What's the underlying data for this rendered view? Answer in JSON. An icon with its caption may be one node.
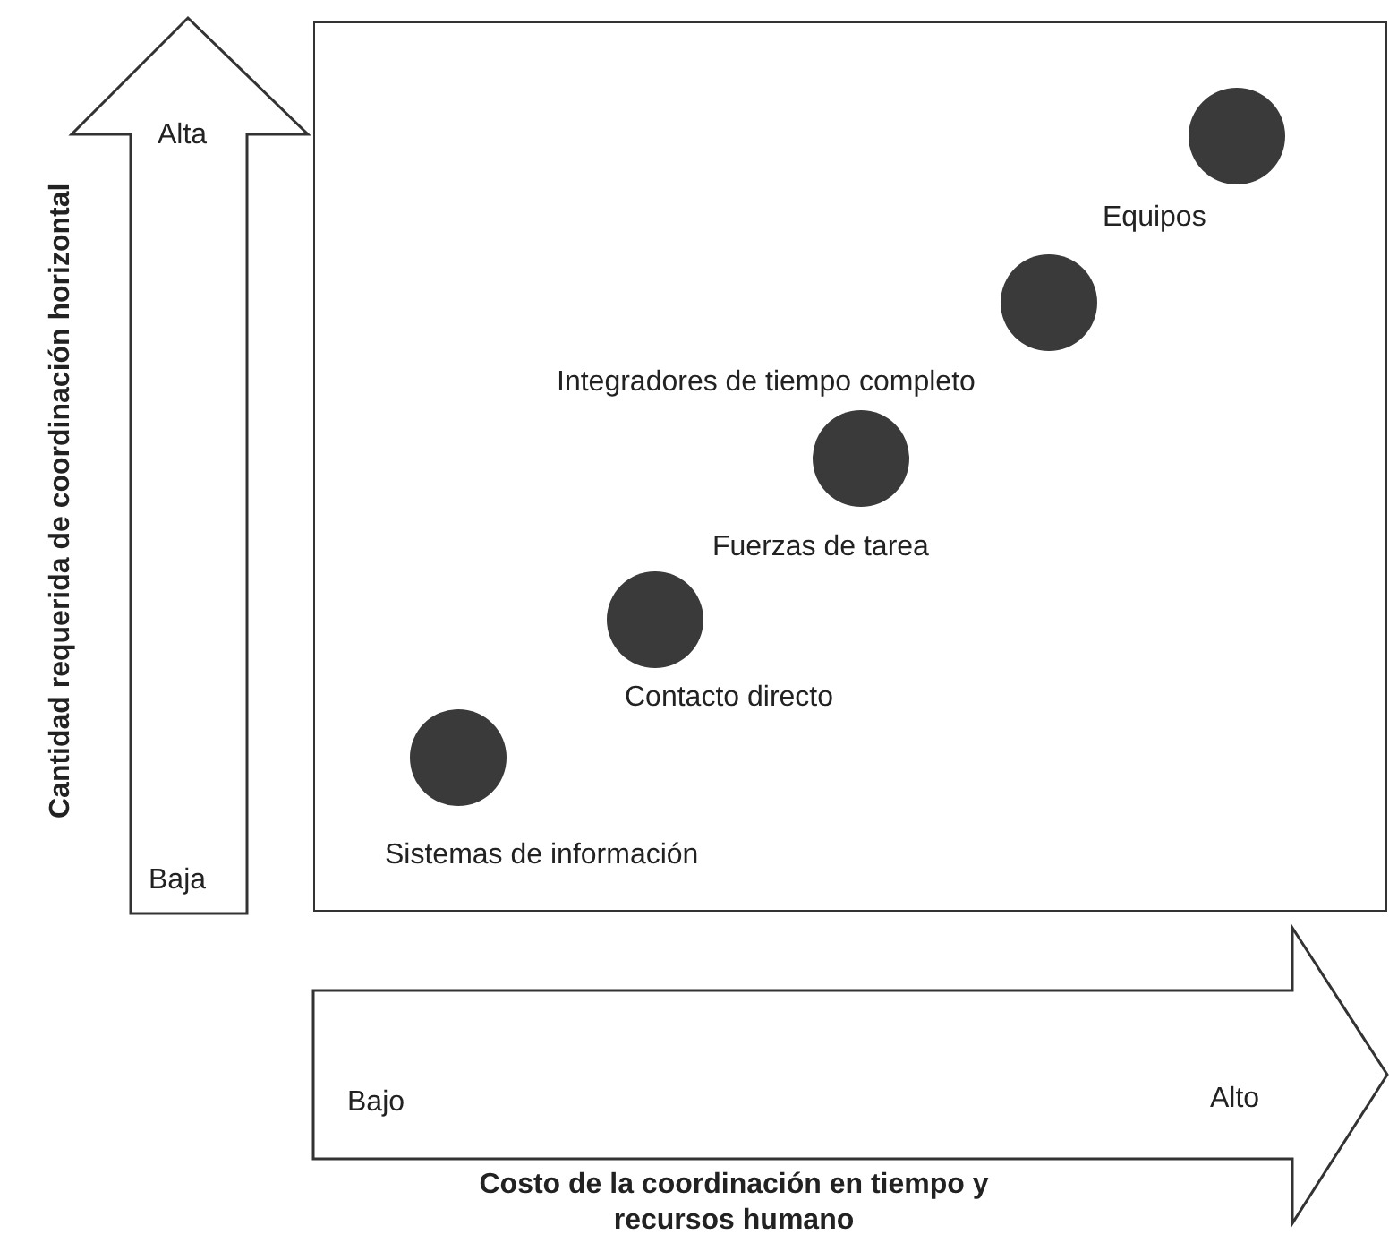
{
  "diagram": {
    "nodes": [
      {
        "text": [],
        "shape": "box"
      },
      {
        "text": [
          "Equipos"
        ],
        "in": 0
      },
      {
        "text": [
          "Integradores de tiempo completo"
        ],
        "in": 0
      },
      {
        "text": [
          "Fuerzas de tarea"
        ],
        "in": 0
      },
      {
        "text": [
          "Contacto directo"
        ],
        "in": 0
      },
      {
        "text": [
          "Sistemas de información"
        ],
        "in": 0
      }
    ],
    "edges": [],
    "labels": [
      "Cantidad requerida de coordinación horizontal",
      "Alta",
      "Baja",
      "Bajo",
      "Alto",
      "Costo de la coordinación en tiempo y recursos humano"
    ]
  }
}
